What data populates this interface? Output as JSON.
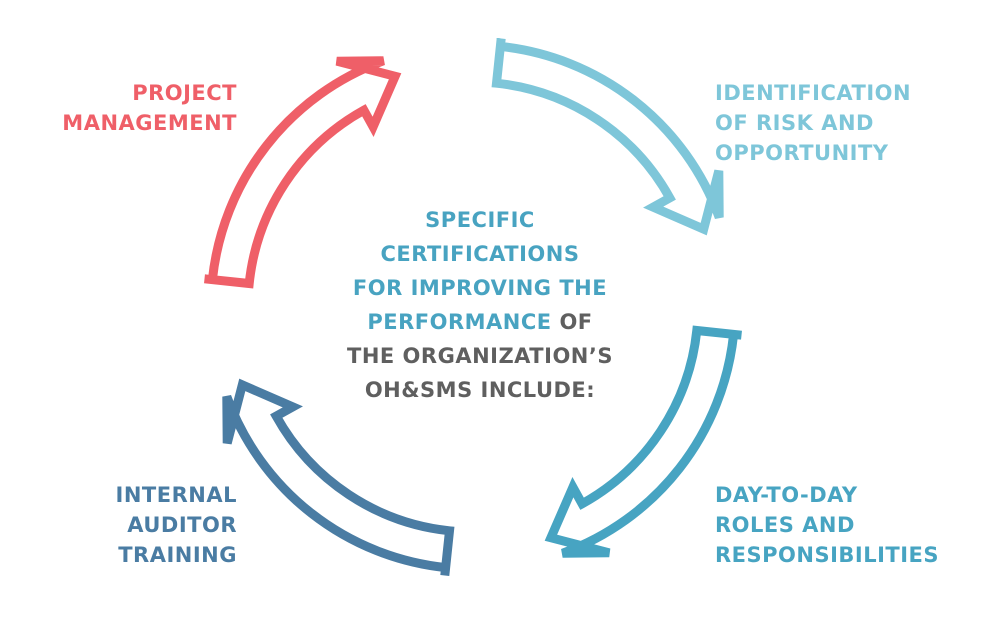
{
  "colors": {
    "red": "#ef5f68",
    "light_blue": "#7ec6d9",
    "teal": "#47a4c2",
    "navy": "#4a7ca3",
    "gray": "#5f5f5f"
  },
  "center": {
    "lines": {
      "l1": "SPECIFIC",
      "l2": "CERTIFICATIONS",
      "l3": "FOR IMPROVING THE",
      "l4a": "PERFORMANCE",
      "l4b": "OF",
      "l5": "THE ORGANIZATION’S",
      "l6": "OH&SMS INCLUDE:"
    }
  },
  "items": {
    "project_management": {
      "lines": [
        "PROJECT",
        "MANAGEMENT"
      ],
      "color": "#ef5f68"
    },
    "risk_opportunity": {
      "lines": [
        "IDENTIFICATION",
        "OF RISK AND",
        "OPPORTUNITY"
      ],
      "color": "#7ec6d9"
    },
    "roles": {
      "lines": [
        "DAY-TO-DAY",
        "ROLES AND",
        "RESPONSIBILITIES"
      ],
      "color": "#47a4c2"
    },
    "auditor_training": {
      "lines": [
        "INTERNAL",
        "AUDITOR",
        "TRAINING"
      ],
      "color": "#4a7ca3"
    }
  }
}
